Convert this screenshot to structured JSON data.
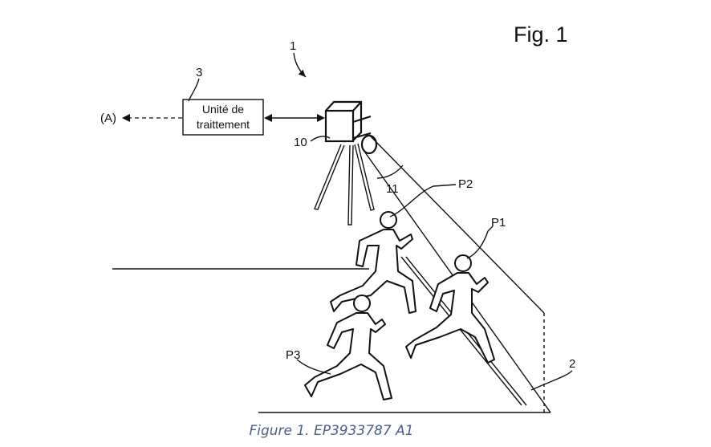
{
  "figure": {
    "title": "Fig. 1",
    "labels": {
      "system": "1",
      "ground": "2",
      "processing_unit": "3",
      "camera": "10",
      "field_of_view": "11",
      "output": "(A)",
      "person_1": "P1",
      "person_2": "P2",
      "person_3": "P3"
    },
    "processing_box": {
      "line1": "Unité de",
      "line2": "traittement"
    }
  },
  "caption": "Figure 1. EP3933787 A1",
  "colors": {
    "ink": "#111111",
    "caption": "#4a5e86",
    "background": "#ffffff"
  }
}
